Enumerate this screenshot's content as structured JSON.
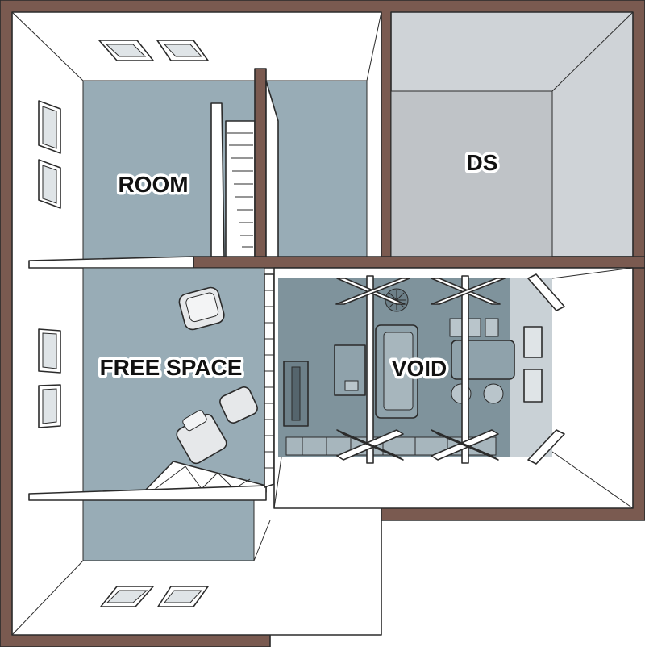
{
  "floor_plan": {
    "rooms": [
      {
        "id": "room",
        "label": "ROOM"
      },
      {
        "id": "ds",
        "label": "DS"
      },
      {
        "id": "free-space",
        "label": "FREE SPACE"
      },
      {
        "id": "void",
        "label": "VOID"
      }
    ]
  },
  "colors": {
    "wall": "#7a5a50",
    "wall_edge": "#2b2b2b",
    "blue_floor": "#98acb6",
    "grey_floor": "#bfc3c7",
    "grey_wall": "#cfd3d7",
    "void_floor": "#7f939c",
    "void_light": "#c9d1d6",
    "white_wall": "#ffffff"
  }
}
